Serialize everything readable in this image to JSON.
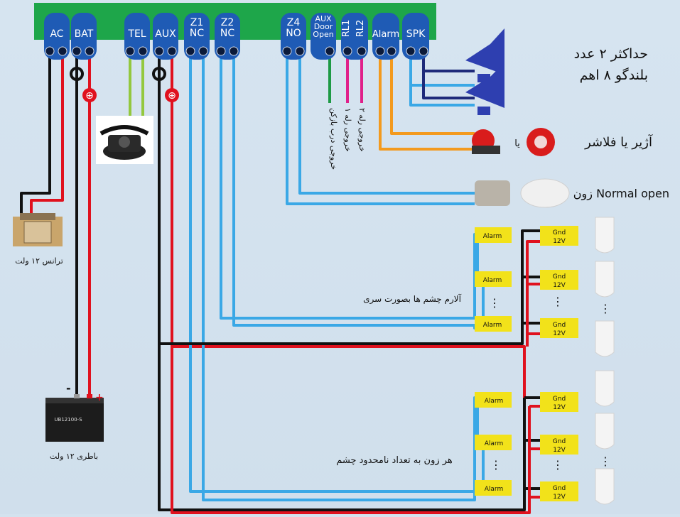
{
  "terminals": [
    {
      "id": "ac",
      "label": "AC"
    },
    {
      "id": "bat",
      "label": "BAT"
    },
    {
      "id": "tel",
      "label": "TEL"
    },
    {
      "id": "aux",
      "label": "AUX"
    },
    {
      "id": "z1",
      "label": "Z1\nNC"
    },
    {
      "id": "z2",
      "label": "Z2\nNC"
    },
    {
      "id": "z4",
      "label": "Z4\nNO"
    },
    {
      "id": "aux-door",
      "label": "AUX\nDoor\nOpen"
    },
    {
      "id": "rl1",
      "label": "RL1"
    },
    {
      "id": "rl2",
      "label": "RL2"
    },
    {
      "id": "alarm",
      "label": "Alarm"
    },
    {
      "id": "spk",
      "label": "SPK"
    }
  ],
  "texts": {
    "speakers": "حداکثر ۲ عدد\nبلندگو ۸ اهم",
    "siren_or": "یا",
    "siren_flasher": "آژیر یا فلاشر",
    "zone_no": "زون  Normal open",
    "transformer": "ترانس ۱۲ ولت",
    "battery": "باطری ۱۲ ولت",
    "battery_label": "UB12100-S",
    "minus": "-",
    "plus": "+",
    "series_note": "آلارم چشم ها بصورت سری",
    "unlimited_note": "هر زون به تعداد نامحدود چشم",
    "vert_aux": "خروجی درب بازکن",
    "vert_rl1": "خروجی رله ۱",
    "vert_rl2": "خروجی رله ۲",
    "alarm": "Alarm",
    "gnd": "Gnd",
    "v12": "12V",
    "dots": "⋮"
  },
  "colors": {
    "board": "#1ea64a",
    "terminal": "#1f5bb5",
    "wire_black": "#111111",
    "wire_red": "#e0111e",
    "wire_blue": "#3aa8e6",
    "wire_green": "#93c83e",
    "wire_darkgreen": "#1e9a45",
    "wire_magenta": "#e0208a",
    "wire_orange": "#f39a1e",
    "wire_navy": "#1e2a7a",
    "block_yellow": "#f2e21a"
  }
}
